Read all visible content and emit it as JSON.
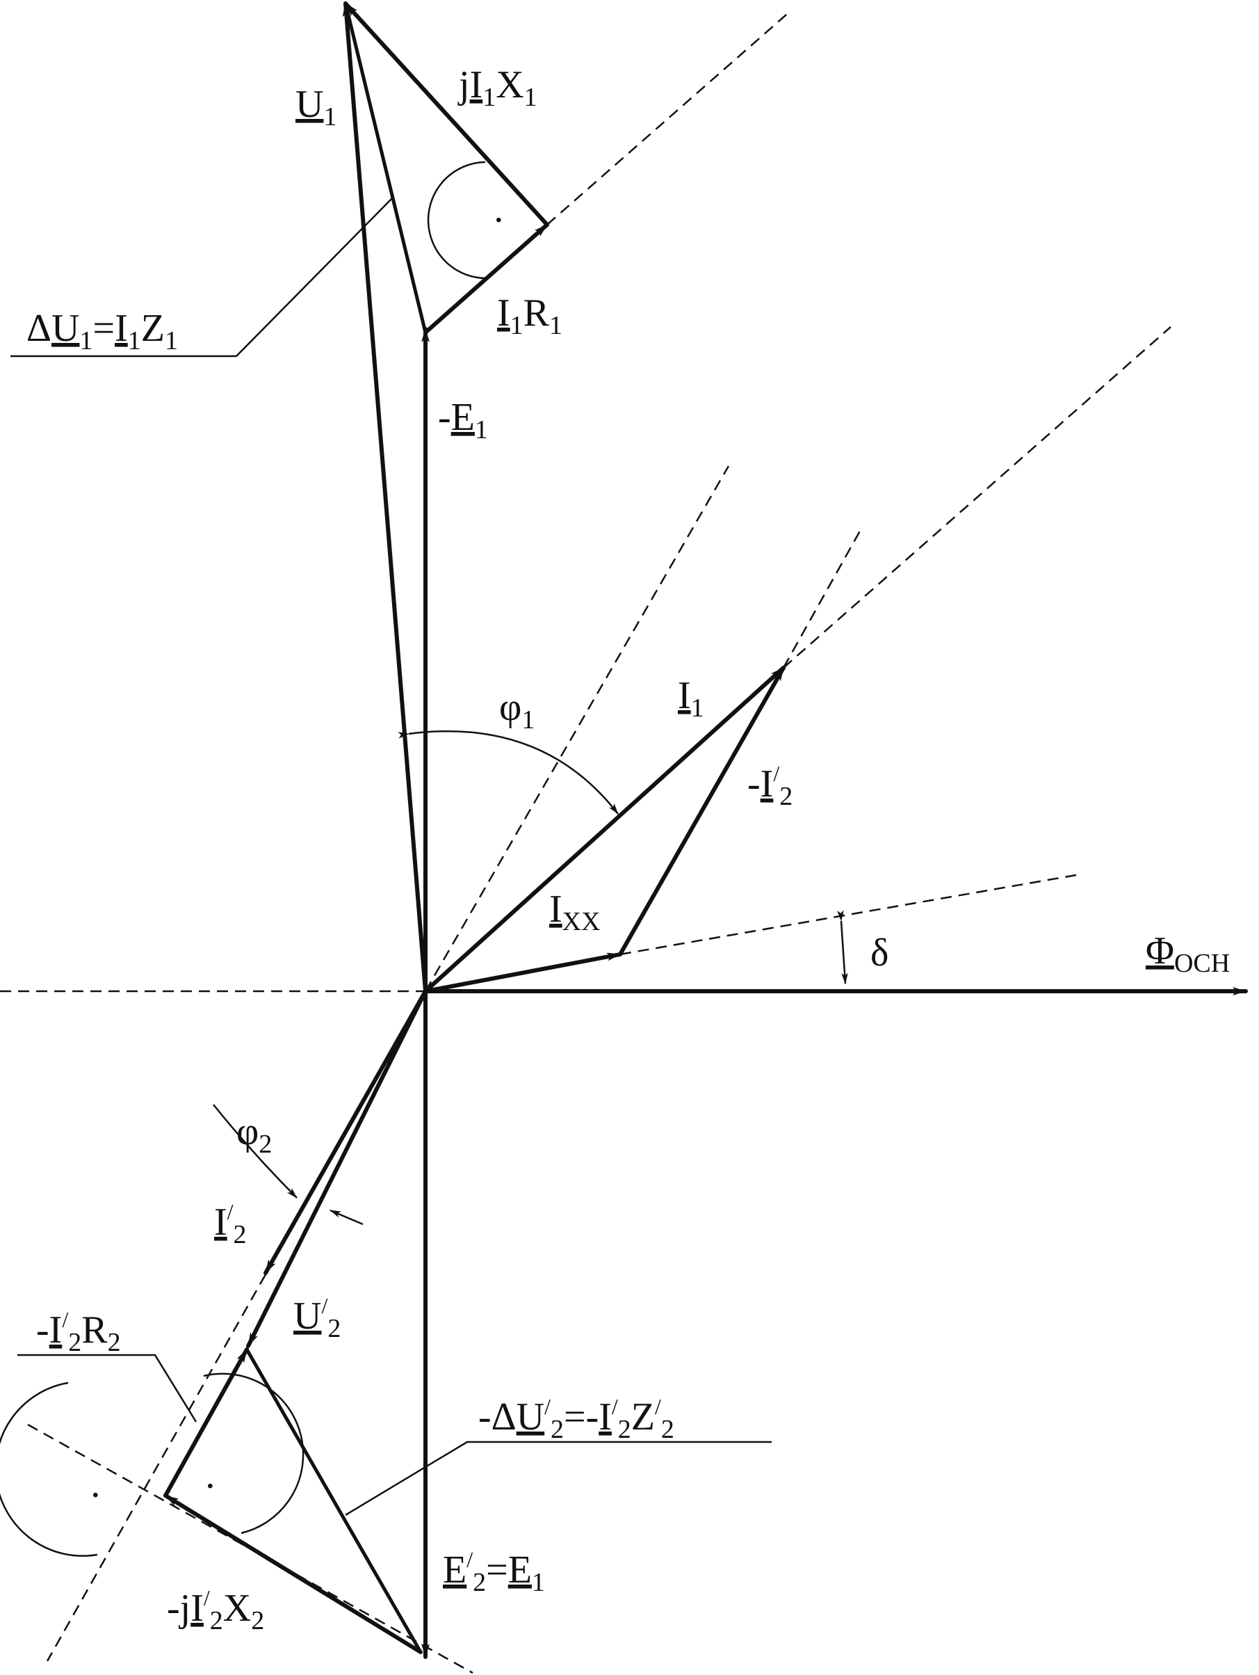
{
  "labels": {
    "u1": {
      "main": "U",
      "sub": "1"
    },
    "ji1x1": {
      "pre": "j",
      "main": "I",
      "sub": "1",
      "rest": "X",
      "rest_sub": "1"
    },
    "i1r1": {
      "main": "I",
      "sub": "1",
      "rest": "R",
      "rest_sub": "1"
    },
    "du1": {
      "pre": "Δ",
      "main": "U",
      "sub": "1",
      "eq": "=",
      "main2": "I",
      "sub2": "1",
      "rest": "Z",
      "rest_sub": "1"
    },
    "e1": {
      "pre": "-",
      "main": "E",
      "sub": "1"
    },
    "phi1": {
      "main": "φ",
      "sub": "1"
    },
    "i1": {
      "main": "I",
      "sub": "1"
    },
    "mi2": {
      "pre": "-",
      "main": "I",
      "sup": "/",
      "sub": "2"
    },
    "ixx": {
      "main": "I",
      "sub": "XX"
    },
    "delta": {
      "main": "δ"
    },
    "phi_och": {
      "main": "Φ",
      "sub": "OCH"
    },
    "phi2": {
      "main": "φ",
      "sub": "2"
    },
    "i2p": {
      "main": "I",
      "sup": "/",
      "sub": "2"
    },
    "u2p": {
      "main": "U",
      "sup": "/",
      "sub": "2"
    },
    "mi2r2": {
      "pre": "-",
      "main": "I",
      "sup": "/",
      "sub": "2",
      "rest": "R",
      "rest_sub": "2"
    },
    "mdu2": {
      "pre": "-Δ",
      "main": "U",
      "sup": "/",
      "sub": "2",
      "eq": "=-",
      "main2": "I",
      "sup2": "/",
      "sub2": "2",
      "rest": "Z",
      "rest_sup": "/",
      "rest_sub": "2"
    },
    "mji2x2": {
      "pre": "-j",
      "main": "I",
      "sup": "/",
      "sub": "2",
      "rest": "X",
      "rest_sub": "2"
    },
    "e2p": {
      "main": "E",
      "sup": "/",
      "sub": "2",
      "eq": "=",
      "main2": "E",
      "sub2": "1"
    }
  },
  "right_angle_marker": "·"
}
